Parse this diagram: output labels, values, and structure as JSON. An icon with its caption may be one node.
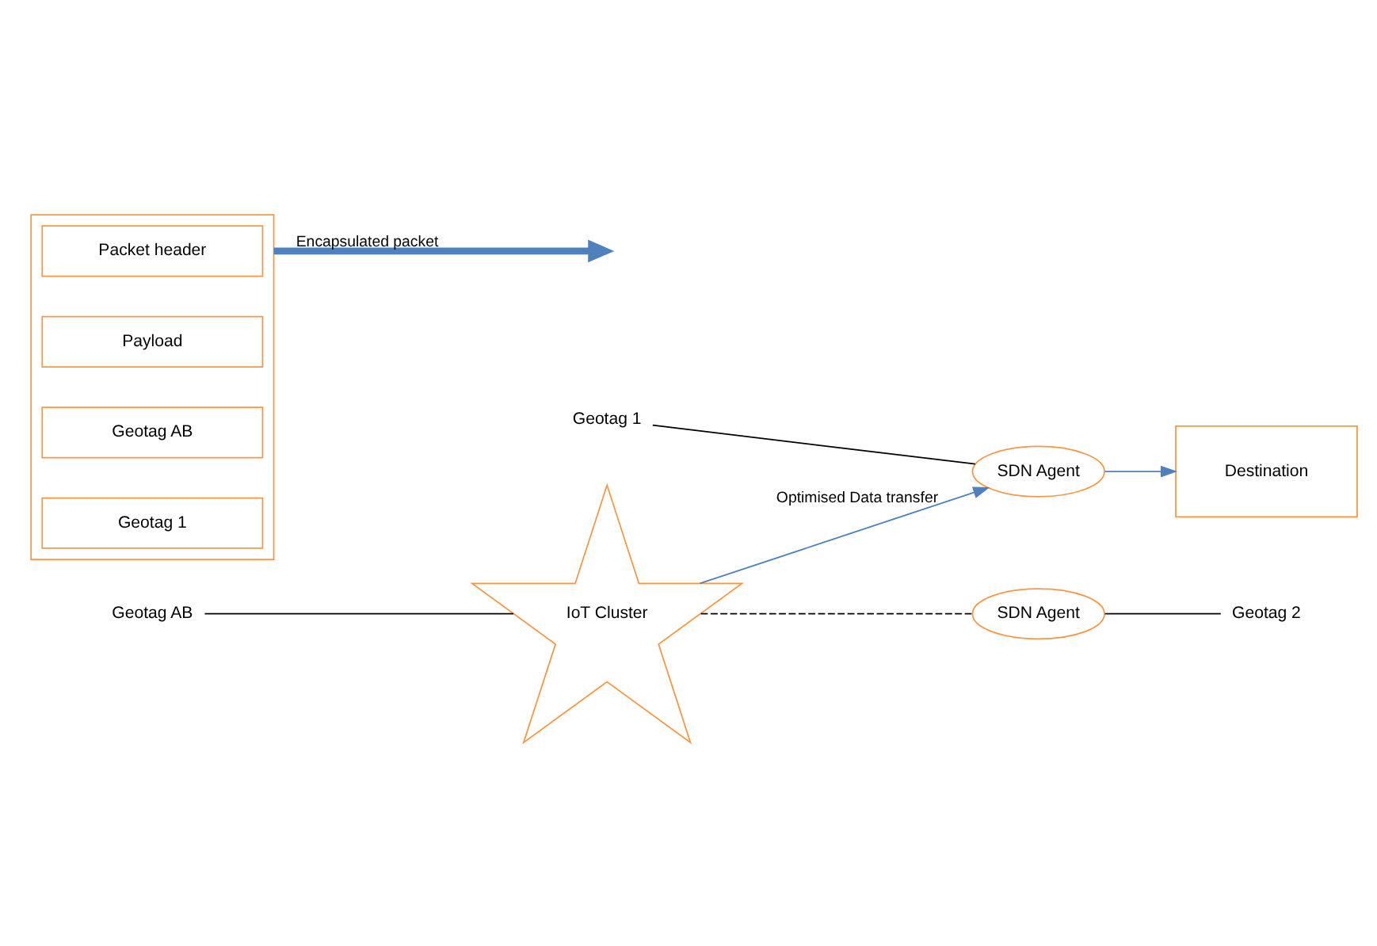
{
  "diagram": {
    "nodes": [
      {
        "text": [
          "Geotag 1"
        ]
      },
      {
        "text": [
          "SDN Agent"
        ]
      },
      {
        "text": [
          "Destination"
        ]
      },
      {
        "text": [
          "Geotag AB"
        ]
      },
      {
        "text": [
          "IoT Cluster"
        ]
      },
      {
        "text": [],
        "shape": "box"
      },
      {
        "text": [
          "Packet header"
        ],
        "in": 5
      },
      {
        "text": [
          "Payload"
        ],
        "in": 5
      },
      {
        "text": [
          "Geotag AB"
        ],
        "in": 5
      },
      {
        "text": [
          "Geotag 1"
        ],
        "in": 5
      },
      {
        "text": [
          "SDN Agent"
        ]
      },
      {
        "text": [
          "Geotag 2"
        ]
      }
    ],
    "edges": [
      {
        "from": 0,
        "to": 1,
        "arrow": "none"
      },
      {
        "from": 4,
        "to": 1,
        "arrow": "to",
        "label": "Optimised Data transfer",
        "color": "#4f81bd"
      },
      {
        "from": 1,
        "to": 2,
        "arrow": "to",
        "color": "#4f81bd"
      },
      {
        "from": 3,
        "to": 4,
        "arrow": "none"
      },
      {
        "from": 4,
        "to": 10,
        "arrow": "none",
        "style": "dashed"
      },
      {
        "from": 10,
        "to": 11,
        "arrow": "none"
      },
      {
        "from": 5,
        "to": null,
        "arrow": "to",
        "label": "Encapsulated packet",
        "style": "thick",
        "color": "#4f81bd"
      }
    ]
  }
}
